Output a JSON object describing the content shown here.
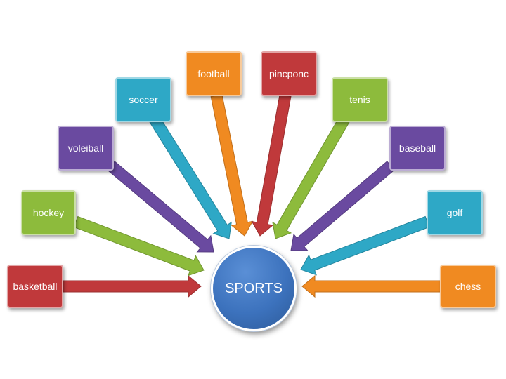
{
  "center": {
    "label": "SPORTS",
    "color": "#3c72bd"
  },
  "nodes": [
    {
      "id": "basketball",
      "label": "basketball",
      "color": "#c0393b"
    },
    {
      "id": "hockey",
      "label": "hockey",
      "color": "#8dbb3c"
    },
    {
      "id": "voleiball",
      "label": "voleiball",
      "color": "#6a4aa0"
    },
    {
      "id": "soccer",
      "label": "soccer",
      "color": "#2ea8c6"
    },
    {
      "id": "football",
      "label": "football",
      "color": "#f08a21"
    },
    {
      "id": "pincponc",
      "label": "pincponc",
      "color": "#c0393b"
    },
    {
      "id": "tenis",
      "label": "tenis",
      "color": "#8dbb3c"
    },
    {
      "id": "baseball",
      "label": "baseball",
      "color": "#6a4aa0"
    },
    {
      "id": "golf",
      "label": "golf",
      "color": "#2ea8c6"
    },
    {
      "id": "chess",
      "label": "chess",
      "color": "#f08a21"
    }
  ]
}
